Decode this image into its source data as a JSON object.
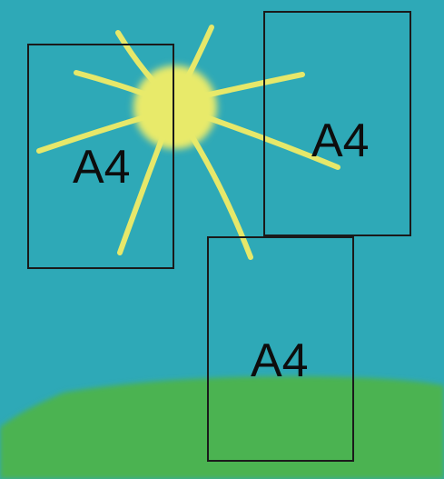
{
  "colors": {
    "sky": "#2ea9b7",
    "grass": "#4cb351",
    "sun": "#e8ea6a",
    "sun_rays": "#e6e86a",
    "sheet_border": "#1a1a1a",
    "label_text": "#0d0d0d"
  },
  "sheets": [
    {
      "label": "A4"
    },
    {
      "label": "A4"
    },
    {
      "label": "A4"
    }
  ]
}
